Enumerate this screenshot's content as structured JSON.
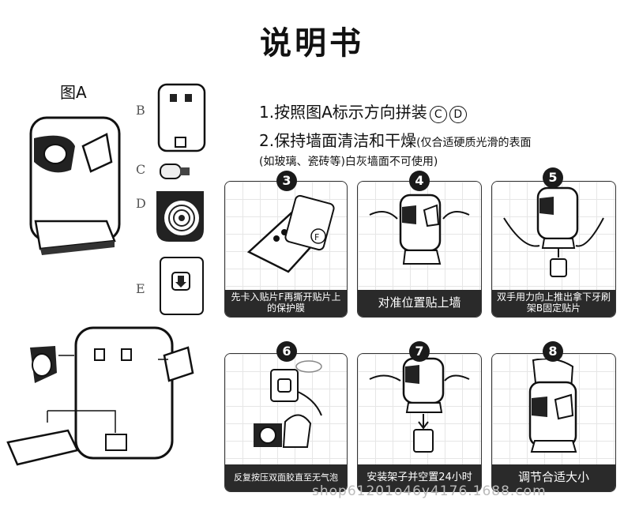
{
  "title": "说明书",
  "figure_a_label": "图A",
  "instructions": {
    "line1": "1.按照图A标示方向拼装",
    "line1_marks": [
      "C",
      "D"
    ],
    "line2_main": "2.保持墙面清洁和干燥",
    "line2_note": "(仅合适硬质光滑的表面",
    "line3_note": "(如玻璃、瓷砖等)白灰墙面不可使用)"
  },
  "parts": {
    "b": "B",
    "c": "C",
    "d": "D",
    "e": "E"
  },
  "steps": [
    {
      "num": "3",
      "caption": "先卡入贴片F再撕开贴片上的保护膜",
      "marker": "F"
    },
    {
      "num": "4",
      "caption": "对准位置贴上墙"
    },
    {
      "num": "5",
      "caption": "双手用力向上推出拿下牙刷架B固定贴片"
    },
    {
      "num": "6",
      "caption": "反复按压双面胶直至无气泡"
    },
    {
      "num": "7",
      "caption": "安装架子并空置24小时"
    },
    {
      "num": "8",
      "caption": "调节合适大小"
    }
  ],
  "watermark": "shop61201o46y4176.1688.com"
}
